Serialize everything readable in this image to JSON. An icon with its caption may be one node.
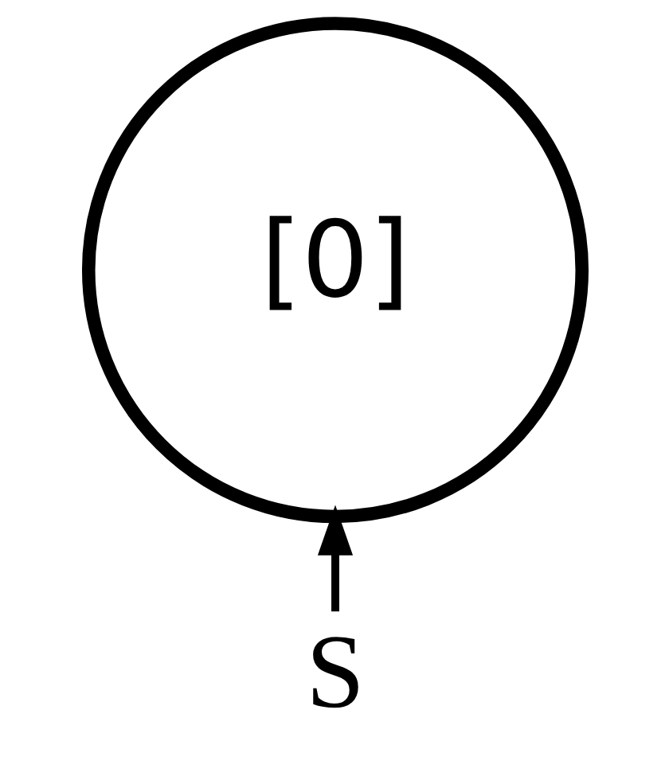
{
  "diagram": {
    "nodes": [
      {
        "text": [
          "[0]"
        ]
      },
      {
        "text": [
          "S"
        ]
      }
    ],
    "edges": [
      {
        "from": 1,
        "to": 0,
        "arrow": "to"
      }
    ]
  }
}
